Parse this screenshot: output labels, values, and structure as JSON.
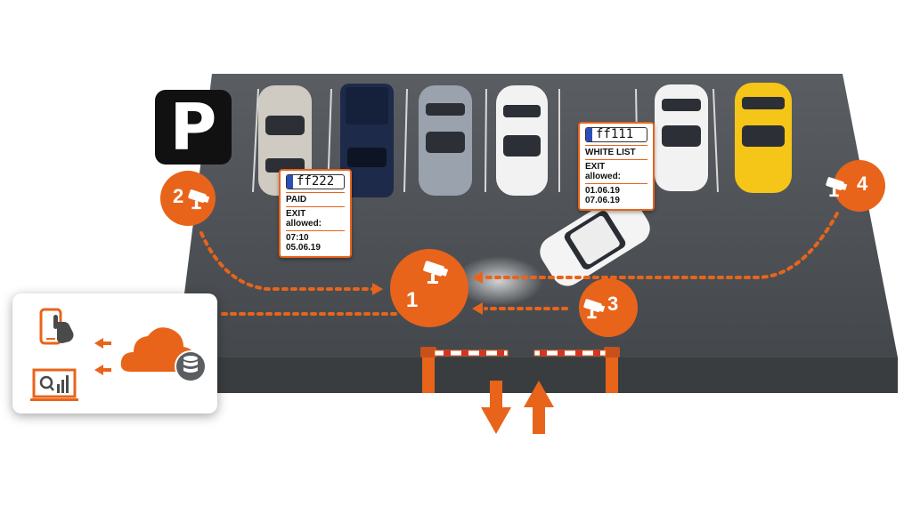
{
  "parking_sign": {
    "label": "P"
  },
  "cameras": [
    {
      "id": "1"
    },
    {
      "id": "2"
    },
    {
      "id": "3"
    },
    {
      "id": "4"
    }
  ],
  "cards": {
    "paid": {
      "plate": "ff222",
      "status": "PAID",
      "exit_line1": "EXIT",
      "exit_line2": "allowed:",
      "time_line1": "07:10",
      "time_line2": "05.06.19"
    },
    "white_list": {
      "plate": "ff111",
      "status": "WHITE LIST",
      "exit_line1": "EXIT",
      "exit_line2": "allowed:",
      "time_line1": "01.06.19",
      "time_line2": "07.06.19"
    }
  },
  "colors": {
    "accent": "#e8641b",
    "asphalt": "#4e5256",
    "asphalt_edge": "#3a3d40",
    "plate_flag": "#2a4fb8"
  },
  "icons": [
    "camera-icon",
    "smartphone-touch-icon",
    "analytics-monitor-icon",
    "cloud-icon",
    "database-icon",
    "arrow-left-icon",
    "arrow-down-icon",
    "arrow-up-icon",
    "barrier-gate-icon"
  ]
}
